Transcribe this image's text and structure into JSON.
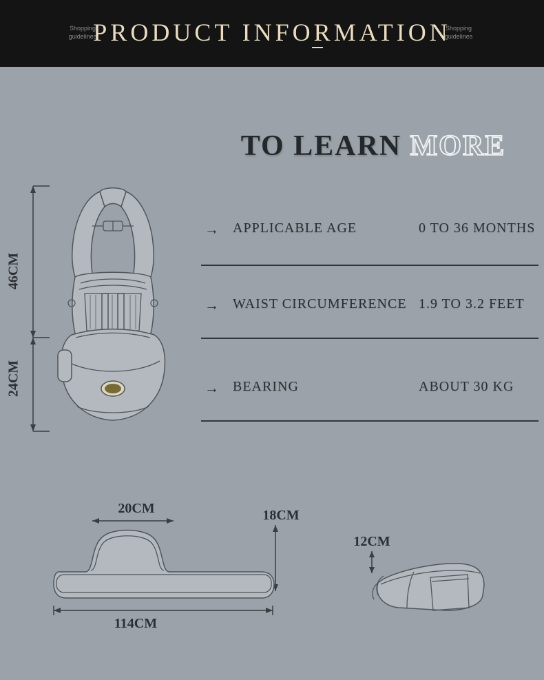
{
  "header": {
    "title": "PRODUCT INFORMATION",
    "left_note_line1": "Shopping",
    "left_note_line2": "guidelines",
    "right_note_line1": "Shopping",
    "right_note_line2": "guidelines"
  },
  "hero": {
    "title_solid": "TO LEARN ",
    "title_outline": "MORE"
  },
  "specs": {
    "arrow": "→",
    "rows": [
      {
        "label": "APPLICABLE AGE",
        "value": "0 TO 36 MONTHS"
      },
      {
        "label": "WAIST CIRCUMFERENCE",
        "value": "1.9 TO 3.2 FEET"
      },
      {
        "label": "BEARING",
        "value": "ABOUT 30 KG"
      }
    ]
  },
  "carrier_dimensions": {
    "back_height": "46CM",
    "seat_height": "24CM"
  },
  "seat_dimensions": {
    "handle_width": "20CM",
    "height": "18CM",
    "base_width": "114CM",
    "side_height": "12CM"
  },
  "colors": {
    "background": "#9ba2a9",
    "header_background": "#141414",
    "header_text": "#e9ddbe",
    "body_text": "#2c3034",
    "separator_line": "#33373b",
    "outline_title_stroke": "#eef0f1",
    "sketch_fill": "#b3b9bf",
    "sketch_stroke": "#50565b"
  }
}
